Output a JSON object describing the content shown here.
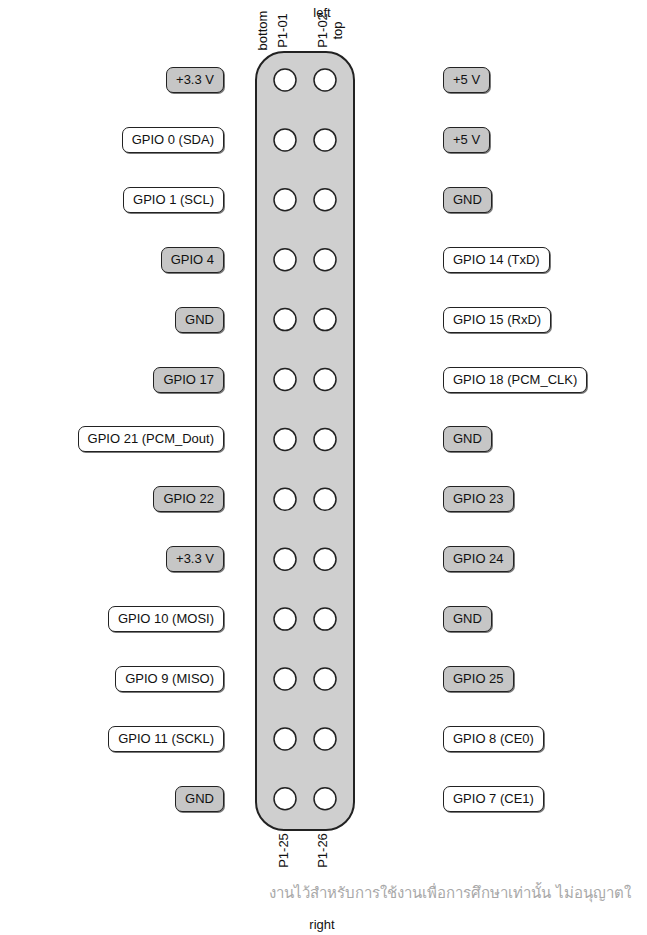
{
  "diagram": {
    "nodes": [
      {
        "text": [
          "+3.3 V"
        ]
      },
      {
        "text": [
          "+5 V"
        ]
      },
      {
        "text": [
          "GPIO 0 (SDA)"
        ]
      },
      {
        "text": [
          "+5 V"
        ]
      },
      {
        "text": [
          "GPIO 1 (SCL)"
        ]
      },
      {
        "text": [
          "GND"
        ]
      },
      {
        "text": [
          "GPIO 4"
        ]
      },
      {
        "text": [
          "GPIO 14 (TxD)"
        ]
      },
      {
        "text": [
          "GND"
        ]
      },
      {
        "text": [
          "GPIO 15 (RxD)"
        ]
      },
      {
        "text": [
          "GPIO 17"
        ]
      },
      {
        "text": [
          "GPIO 18 (PCM_CLK)"
        ]
      },
      {
        "text": [
          "GPIO 21 (PCM_Dout)"
        ]
      },
      {
        "text": [
          "GND"
        ]
      },
      {
        "text": [
          "GPIO 22"
        ]
      },
      {
        "text": [
          "GPIO 23"
        ]
      },
      {
        "text": [
          "+3.3 V"
        ]
      },
      {
        "text": [
          "GPIO 24"
        ]
      },
      {
        "text": [
          "GPIO 10 (MOSI)"
        ]
      },
      {
        "text": [
          "GND"
        ]
      },
      {
        "text": [
          "GPIO 9 (MISO)"
        ]
      },
      {
        "text": [
          "GPIO 25"
        ]
      },
      {
        "text": [
          "GPIO 11 (SCKL)"
        ]
      },
      {
        "text": [
          "GPIO 8 (CE0)"
        ]
      },
      {
        "text": [
          "GND"
        ]
      },
      {
        "text": [
          "GPIO 7 (CE1)"
        ]
      }
    ],
    "labels": [
      "left",
      "bottom",
      "P1-01",
      "P1-02",
      "top",
      "P1-25",
      "P1-26",
      "right",
      "งานไว้สำหรับการใช้งานเพื่อการศึกษาเท่านั้น ไม่อนุญาตใ"
    ]
  }
}
